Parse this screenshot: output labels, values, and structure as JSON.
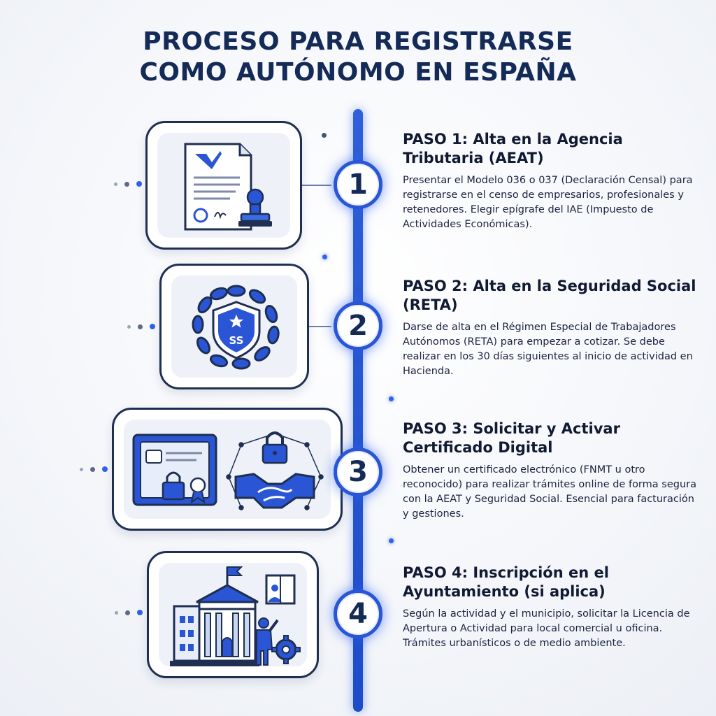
{
  "title": {
    "line1": "PROCESO PARA REGISTRARSE",
    "line2": "COMO AUTÓNOMO EN ESPAÑA"
  },
  "colors": {
    "accent": "#2a56d6",
    "navy": "#142a57",
    "card_border": "#1e2f52",
    "card_fill": "#eef2f8"
  },
  "steps": [
    {
      "number": "1",
      "title": "PASO 1: Alta en la Agencia Tributaria (AEAT)",
      "description": "Presentar el Modelo 036 o 037 (Declaración Censal) para registrarse en el censo de empresarios, profesionales y retenedores. Elegir epígrafe del IAE (Impuesto de Actividades Económicas).",
      "icon": "tax-document-stamp-icon"
    },
    {
      "number": "2",
      "title": "PASO 2: Alta en la Seguridad Social (RETA)",
      "description": "Darse de alta en el Régimen Especial de Trabajadores Autónomos (RETA) para empezar a cotizar. Se debe realizar en los 30 días siguientes al inicio de actividad en Hacienda.",
      "icon": "social-security-shield-chain-icon",
      "badge": "SS"
    },
    {
      "number": "3",
      "title": "PASO 3: Solicitar y Activar Certificado Digital",
      "description": "Obtener un certificado electrónico (FNMT u otro reconocido) para realizar trámites online de forma segura con la AEAT y Seguridad Social. Esencial para facturación y gestiones.",
      "icon": "digital-certificate-handshake-icon"
    },
    {
      "number": "4",
      "title": "PASO 4: Inscripción en el Ayuntamiento (si aplica)",
      "description": "Según la actividad y el municipio, solicitar la Licencia de Apertura o Actividad para local comercial u oficina. Trámites urbanísticos o de medio ambiente.",
      "icon": "town-hall-building-icon"
    }
  ]
}
